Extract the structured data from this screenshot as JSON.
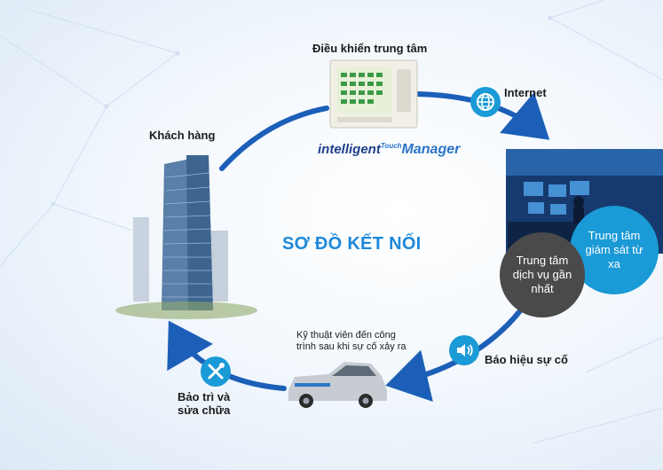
{
  "labels": {
    "central_control": "Điều khiển trung tâm",
    "internet": "Internet",
    "customer": "Khách hàng",
    "diagram_title": "SƠ ĐỒ KẾT NỐI",
    "technician": "Kỹ thuật viên đến công trình sau khi sự cố xảy ra",
    "incident_signal": "Báo hiệu sự cố",
    "maintenance": "Bảo trì và sửa chữa"
  },
  "bubbles": {
    "nearest_service": "Trung tâm dịch vụ gần nhất",
    "remote_monitoring": "Trung tâm giám sát từ xa"
  },
  "logo": {
    "part1": "intelligent",
    "part2": "Touch",
    "part3": "Manager"
  },
  "colors": {
    "accent": "#1a9ad6",
    "arrow": "#1c5fb8",
    "title": "#1e88d8",
    "dark_bubble": "#4a4a4a"
  }
}
